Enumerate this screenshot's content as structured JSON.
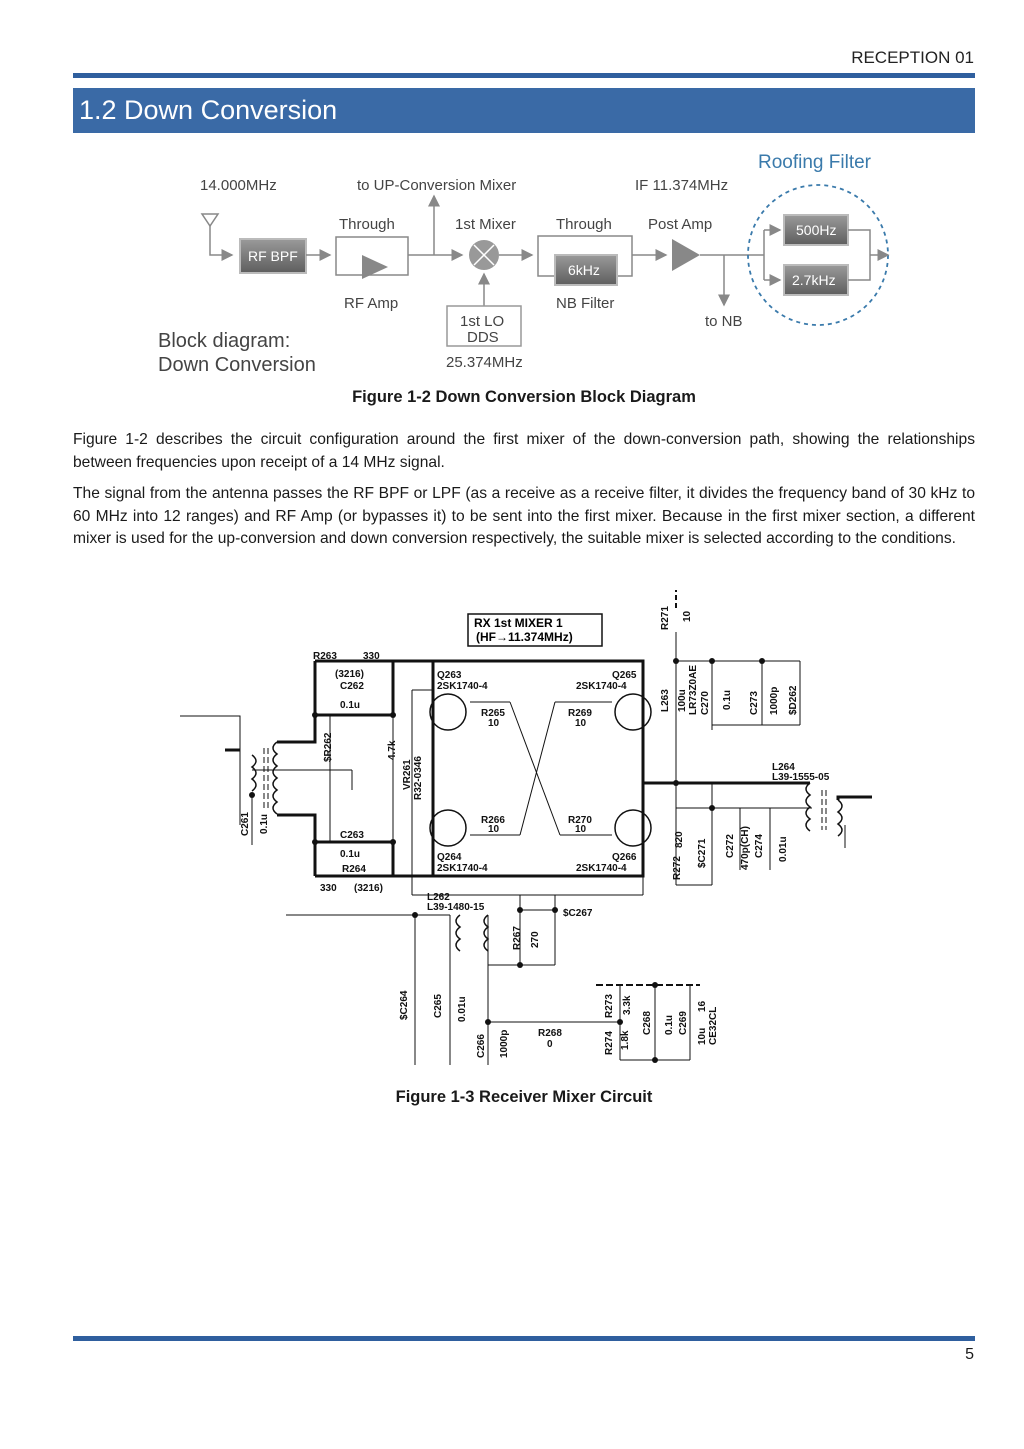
{
  "header": {
    "section": "RECEPTION 01"
  },
  "title": "1.2 Down Conversion",
  "figure1": {
    "freq_in": "14.000MHz",
    "to_up_conv": "to UP-Conversion Mixer",
    "if_freq": "IF 11.374MHz",
    "roofing": "Roofing Filter",
    "through1": "Through",
    "first_mixer": "1st Mixer",
    "through2": "Through",
    "post_amp": "Post Amp",
    "rf_bpf": "RF BPF",
    "filter_6k": "6kHz",
    "filter_500": "500Hz",
    "filter_2k7": "2.7kHz",
    "rf_amp": "RF Amp",
    "nb_filter": "NB Filter",
    "to_nb": "to NB",
    "lo_line1": "1st LO",
    "lo_line2": "DDS",
    "lo_freq": "25.374MHz",
    "diagram_label1": "Block diagram:",
    "diagram_label2": "Down Conversion",
    "caption": "Figure 1-2  Down Conversion Block Diagram"
  },
  "paragraphs": [
    "Figure 1-2 describes the circuit configuration around the first mixer of the down-conversion path, showing the relationships between frequencies upon receipt of a 14 MHz signal.",
    "The signal from the antenna passes the RF BPF or LPF (as a receive as a receive filter, it divides the frequency band of 30 kHz to 60 MHz into 12 ranges) and RF Amp (or bypasses it) to be sent into the first mixer. Because in the first mixer section, a different mixer is used for the up-conversion and down conversion respectively, the suitable mixer is selected according to the conditions."
  ],
  "figure2": {
    "box_line1": "RX 1st MIXER 1",
    "box_line2": "(HF→11.374MHz)",
    "labels": {
      "r263": "R263",
      "v330a": "330",
      "s3216a": "(3216)",
      "c262": "C262",
      "v01ua": "0.1u",
      "sr262": "$R262",
      "v47k": "4.7k",
      "vr261": "VR261",
      "r32": "R32-0346",
      "c261": "C261",
      "v01ub": "0.1u",
      "c263": "C263",
      "v01uc": "0.1u",
      "r264": "R264",
      "v330b": "330",
      "s3216b": "(3216)",
      "q263": "Q263",
      "q263t": "2SK1740-4",
      "q265": "Q265",
      "q265t": "2SK1740-4",
      "r265": "R265",
      "v10a": "10",
      "r269": "R269",
      "v10b": "10",
      "r266": "R266",
      "v10c": "10",
      "r270": "R270",
      "v10d": "10",
      "q264": "Q264",
      "q264t": "2SK1740-4",
      "q266": "Q266",
      "q266t": "2SK1740-4",
      "r271": "R271",
      "v10e": "10",
      "l263": "L263",
      "v100u": "100u",
      "lr73": "LR73Z0AE",
      "c270": "C270",
      "v01ud": "0.1u",
      "c273": "C273",
      "v1000pa": "1000p",
      "sd262": "$D262",
      "l264": "L264",
      "l264t": "L39-1555-05",
      "r272": "R272",
      "v820": "820",
      "sc271": "$C271",
      "c272": "C272",
      "v470p": "470p(CH)",
      "c274": "C274",
      "v001ua": "0.01u",
      "l262": "L262",
      "l262t": "L39-1480-15",
      "sc267": "$C267",
      "r267": "R267",
      "v270": "270",
      "sc264": "$C264",
      "c265": "C265",
      "v001ub": "0.01u",
      "c266": "C266",
      "v1000pb": "1000p",
      "r268": "R268",
      "v0": "0",
      "r273": "R273",
      "v33k": "3.3k",
      "r274": "R274",
      "v18k": "1.8k",
      "c268": "C268",
      "v01ue": "0.1u",
      "c269": "C269",
      "v10u": "10u",
      "v16": "16",
      "ce32": "CE32CL"
    },
    "caption": "Figure 1-3  Receiver Mixer Circuit"
  },
  "page_number": "5"
}
